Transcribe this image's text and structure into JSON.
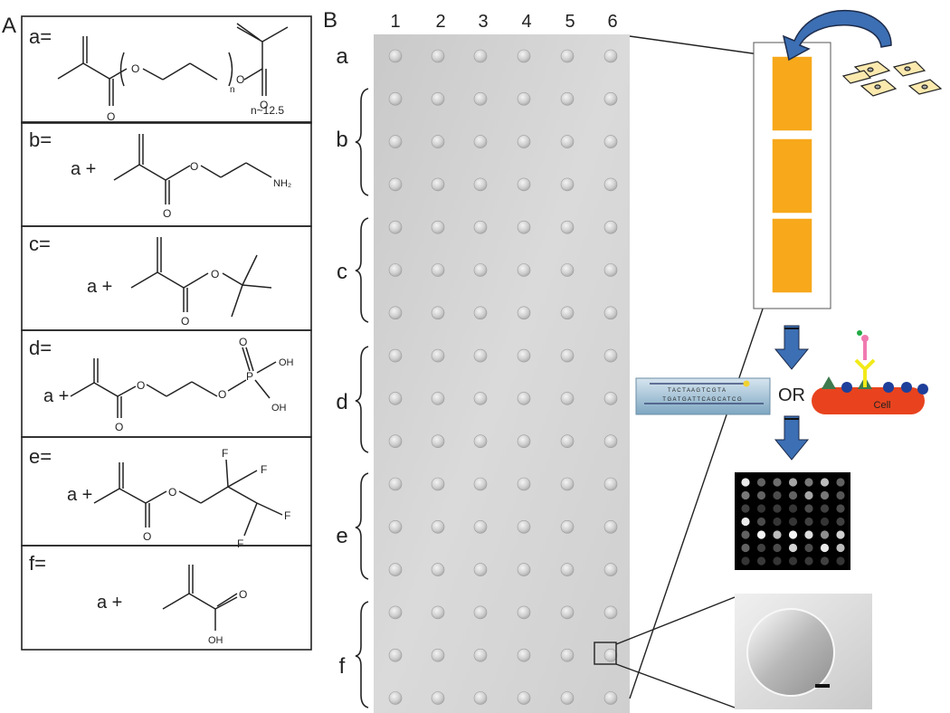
{
  "panel_a": {
    "label": "A",
    "boxes": [
      {
        "label": "a=",
        "note": "n~12.5",
        "atoms": [
          "O",
          "O",
          "O",
          "O",
          "n"
        ]
      },
      {
        "label": "b=",
        "plus": "a +",
        "atoms": [
          "O",
          "O",
          "NH₂"
        ]
      },
      {
        "label": "c=",
        "plus": "a +",
        "atoms": [
          "O",
          "O"
        ]
      },
      {
        "label": "d=",
        "plus": "a +",
        "atoms": [
          "O",
          "O",
          "O",
          "P",
          "O",
          "OH",
          "OH"
        ]
      },
      {
        "label": "e=",
        "plus": "a +",
        "atoms": [
          "O",
          "O",
          "F",
          "F",
          "F",
          "F"
        ]
      },
      {
        "label": "f=",
        "plus": "a +",
        "atoms": [
          "O",
          "OH"
        ]
      }
    ]
  },
  "panel_b": {
    "label": "B",
    "columns": [
      "1",
      "2",
      "3",
      "4",
      "5",
      "6"
    ],
    "rows": [
      "a",
      "b",
      "c",
      "d",
      "e",
      "f"
    ],
    "or_label": "OR",
    "cell_label": "Cell",
    "dna_top": "T A C T A A G T C G T A",
    "dna_bottom": "T G A T G A T T C A G C A T C G"
  },
  "colors": {
    "orange": "#F7A81B",
    "arrow_blue": "#3C6FB4",
    "cell_red": "#E8431E",
    "antibody_pink": "#F07AB0",
    "antibody_yellow": "#F2EA1A",
    "dot_blue": "#1E3F9A",
    "triangle_green": "#3E7A4E"
  }
}
